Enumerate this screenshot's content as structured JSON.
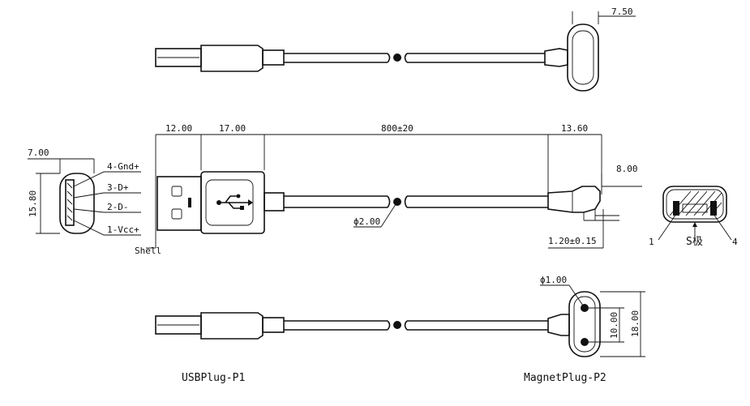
{
  "dimensions": {
    "d_750": "7.50",
    "d_1200": "12.00",
    "d_1700": "17.00",
    "d_800": "800±20",
    "d_1360": "13.60",
    "d_700": "7.00",
    "d_1580": "15.80",
    "d_800b": "8.00",
    "d_dia200": "ϕ2.00",
    "d_120": "1.20±0.15",
    "d_dia100": "ϕ1.00",
    "d_1000": "10.00",
    "d_1800": "18.00"
  },
  "pins": {
    "gnd": "4-Gnd+",
    "dplus": "3-D+",
    "dminus": "2-D-",
    "vcc": "1-Vcc+",
    "shell": "Shell"
  },
  "magnet": {
    "s_pole": "S极",
    "pin1": "1",
    "pin4": "4"
  },
  "captions": {
    "usb_plug": "USBPlug-P1",
    "magnet_plug": "MagnetPlug-P2"
  }
}
